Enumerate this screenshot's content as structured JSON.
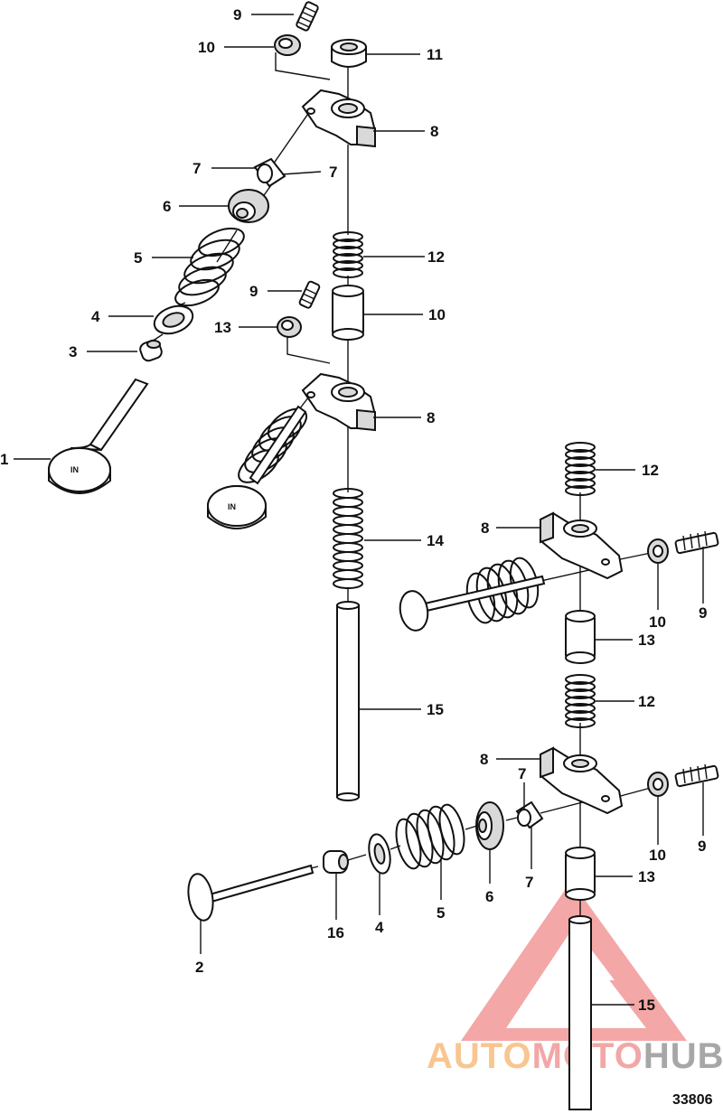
{
  "diagram": {
    "figure_number": "33806",
    "valve_stamp": "IN",
    "watermark": {
      "part1": "AUTO",
      "part2": "MOTO",
      "part3": "HUB",
      "colors": {
        "auto": "#f6b36b",
        "moto": "#ee8a8a",
        "hub": "#8a8a8a",
        "triangle": "#f08a8a"
      }
    },
    "callouts": [
      {
        "id": "c9a",
        "label": "9"
      },
      {
        "id": "c10a",
        "label": "10"
      },
      {
        "id": "c11",
        "label": "11"
      },
      {
        "id": "c8a",
        "label": "8"
      },
      {
        "id": "c7a",
        "label": "7"
      },
      {
        "id": "c7b",
        "label": "7"
      },
      {
        "id": "c6a",
        "label": "6"
      },
      {
        "id": "c12a",
        "label": "12"
      },
      {
        "id": "c5a",
        "label": "5"
      },
      {
        "id": "c9b",
        "label": "9"
      },
      {
        "id": "c10b",
        "label": "10"
      },
      {
        "id": "c13a",
        "label": "13"
      },
      {
        "id": "c4a",
        "label": "4"
      },
      {
        "id": "c3",
        "label": "3"
      },
      {
        "id": "c8b",
        "label": "8"
      },
      {
        "id": "c1",
        "label": "1"
      },
      {
        "id": "c14",
        "label": "14"
      },
      {
        "id": "c12b",
        "label": "12"
      },
      {
        "id": "c8c",
        "label": "8"
      },
      {
        "id": "c10c",
        "label": "10"
      },
      {
        "id": "c9c",
        "label": "9"
      },
      {
        "id": "c13b",
        "label": "13"
      },
      {
        "id": "c15a",
        "label": "15"
      },
      {
        "id": "c12c",
        "label": "12"
      },
      {
        "id": "c8d",
        "label": "8"
      },
      {
        "id": "c7c",
        "label": "7"
      },
      {
        "id": "c7d",
        "label": "7"
      },
      {
        "id": "c10d",
        "label": "10"
      },
      {
        "id": "c9d",
        "label": "9"
      },
      {
        "id": "c13c",
        "label": "13"
      },
      {
        "id": "c6b",
        "label": "6"
      },
      {
        "id": "c5b",
        "label": "5"
      },
      {
        "id": "c4b",
        "label": "4"
      },
      {
        "id": "c16",
        "label": "16"
      },
      {
        "id": "c2",
        "label": "2"
      },
      {
        "id": "c15b",
        "label": "15"
      }
    ]
  }
}
